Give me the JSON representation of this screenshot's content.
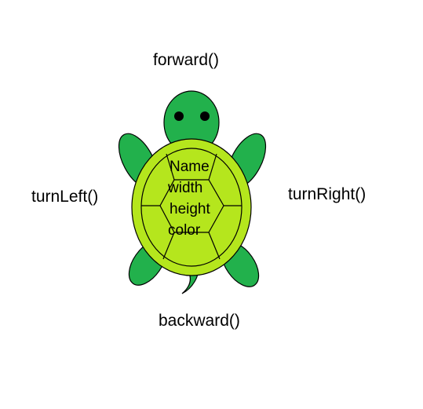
{
  "methods": {
    "forward": "forward()",
    "turn_left": "turnLeft()",
    "turn_right": "turnRight()",
    "backward": "backward()"
  },
  "properties": [
    "Name",
    "width",
    "height",
    "color"
  ],
  "colors": {
    "body": "#22b14c",
    "shell": "#b5e61d",
    "outline": "#000000"
  }
}
